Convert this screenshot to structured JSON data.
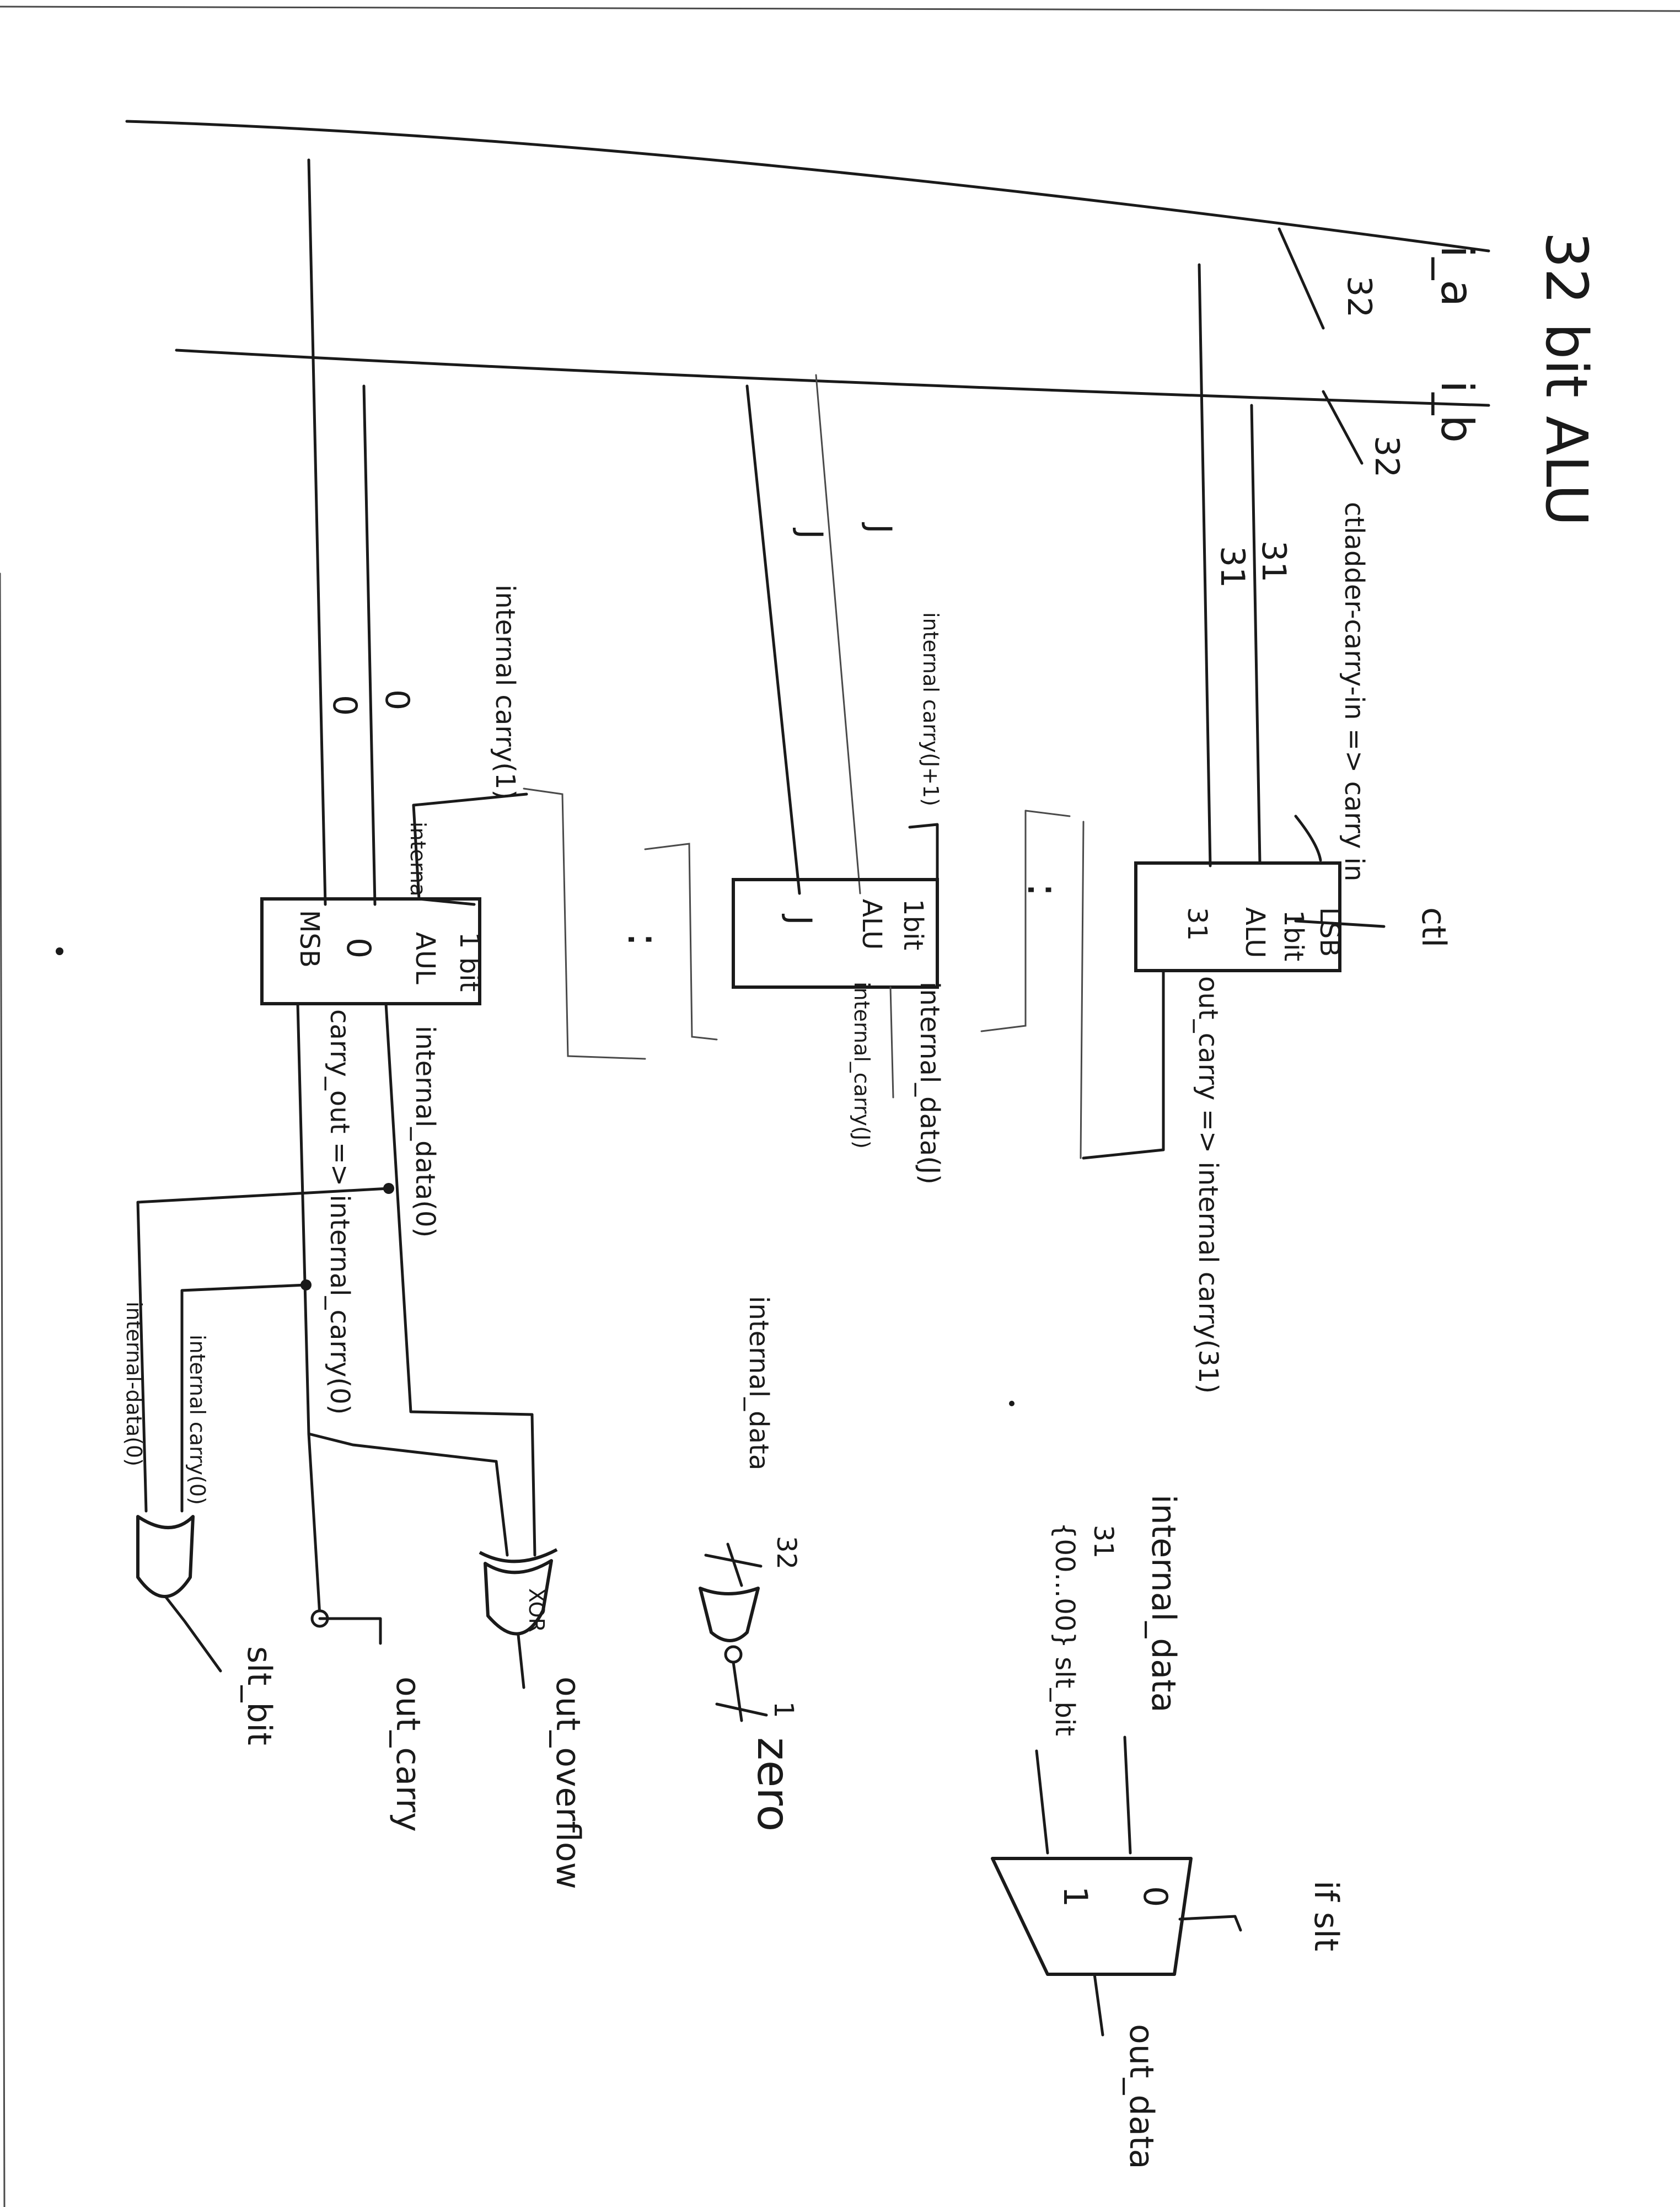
{
  "title": "32 bit ALU",
  "inputs": {
    "a": "i_a",
    "b": "i_b",
    "width_a": "32",
    "width_b": "32"
  },
  "bit_indices": {
    "top_31_a": "31",
    "top_31_b": "31",
    "mid_j_a": "J",
    "mid_j_b": "J",
    "low_0_a": "0",
    "low_0_b": "0"
  },
  "carry_in_note": "ctladder-carry-in => carry in",
  "ctl_label": "ctl",
  "alu_lsb": {
    "line1": "LSB",
    "line2": "1bit",
    "line3": "ALU",
    "index": "31"
  },
  "alu_mid": {
    "line1": "1bit",
    "line2": "ALU",
    "index": "J"
  },
  "alu_msb": {
    "line1": "1 bit",
    "line2": "AUL",
    "index": "0",
    "tag": "MSB"
  },
  "dots": {
    "d1": ":",
    "d2": ":"
  },
  "signals": {
    "out_carry_31": "out_carry => internal carry(31)",
    "internal_carry_j1": "internal carry(J+1)",
    "internal_data_j": "internal_data(J)",
    "internal_carry_j": "internal_carry(J)",
    "internal_carry_1": "internal carry(1)",
    "internal_carry_msb": "internal",
    "internal_data_0": "internal_data(0)",
    "carry_out_0": "carry_out => internal_carry(0)",
    "internal_carry_0_or": "internal carry(0)",
    "internal_data_0_or": "internal-data(0)"
  },
  "zero_block": {
    "input": "internal_data",
    "width": "32",
    "out_width": "1",
    "output": "zero"
  },
  "xor": {
    "label": "XOR",
    "output": "out_overflow"
  },
  "carry_out": "out_carry",
  "slt": {
    "output": "slt_bit"
  },
  "mux": {
    "input0": "internal_data",
    "input1_width": "31",
    "input1": "{00...00} slt_bit",
    "label0": "0",
    "label1": "1",
    "select": "if slt",
    "output": "out_data"
  }
}
